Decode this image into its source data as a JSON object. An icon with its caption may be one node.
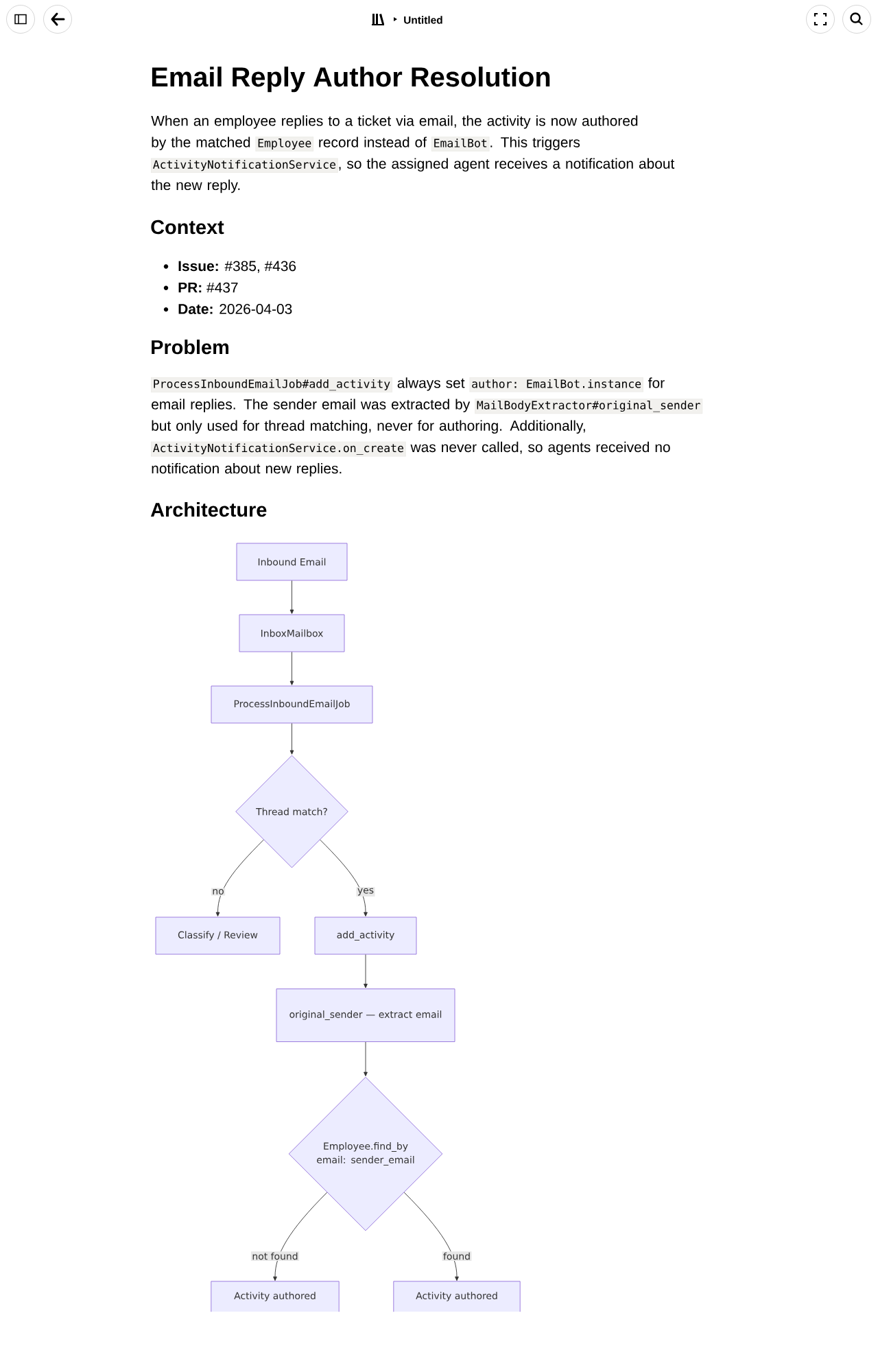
{
  "diagram": {
    "title": "Email Reply Author Resolution",
    "nodes": [
      {
        "text": [
          "Inbound Email"
        ]
      },
      {
        "text": [
          "InboxMailbox"
        ]
      },
      {
        "text": [
          "ProcessInboundEmailJob"
        ]
      },
      {
        "text": [
          "Thread match?"
        ]
      },
      {
        "text": [
          "Classify / Review"
        ]
      },
      {
        "text": [
          "add_activity"
        ]
      },
      {
        "text": [
          "original_sender — extract email"
        ]
      },
      {
        "text": [
          "Employee.find_by email: sender_email"
        ]
      },
      {
        "text": [
          "Activity authored"
        ]
      },
      {
        "text": [
          "Activity authored"
        ]
      }
    ],
    "edges": [
      {
        "from": 0,
        "to": 1,
        "arrow": "to"
      },
      {
        "from": 1,
        "to": 2,
        "arrow": "to"
      },
      {
        "from": 2,
        "to": 3,
        "arrow": "to"
      },
      {
        "from": 3,
        "to": 4,
        "arrow": "to",
        "label": "no"
      },
      {
        "from": 3,
        "to": 5,
        "arrow": "to",
        "label": "yes"
      },
      {
        "from": 5,
        "to": 6,
        "arrow": "to"
      },
      {
        "from": 6,
        "to": 7,
        "arrow": "to"
      },
      {
        "from": 7,
        "to": 8,
        "arrow": "to",
        "label": "not found"
      },
      {
        "from": 7,
        "to": 9,
        "arrow": "to",
        "label": "found"
      }
    ],
    "labels": [
      "Untitled",
      "When an employee replies to a ticket via email, the activity is now authored by the matched",
      "Employee",
      "record instead of",
      "EmailBot",
      ". This triggers",
      "ActivityNotificationService",
      ", so the assigned agent receives a notification about the new reply.",
      "Context",
      "**Issue:** #385, #436",
      "**PR:** #437",
      "**Date:** 2026-04-03",
      "Problem",
      "ProcessInboundEmailJob#add_activity",
      "always set",
      "author: EmailBot.instance",
      "for email replies. The sender email was extracted by",
      "MailBodyExtractor#original_sender",
      "but only used for thread matching, never for authoring. Additionally,",
      "ActivityNotificationService.on_create",
      "was never called, so agents received no notification about new replies.",
      "Architecture"
    ]
  }
}
